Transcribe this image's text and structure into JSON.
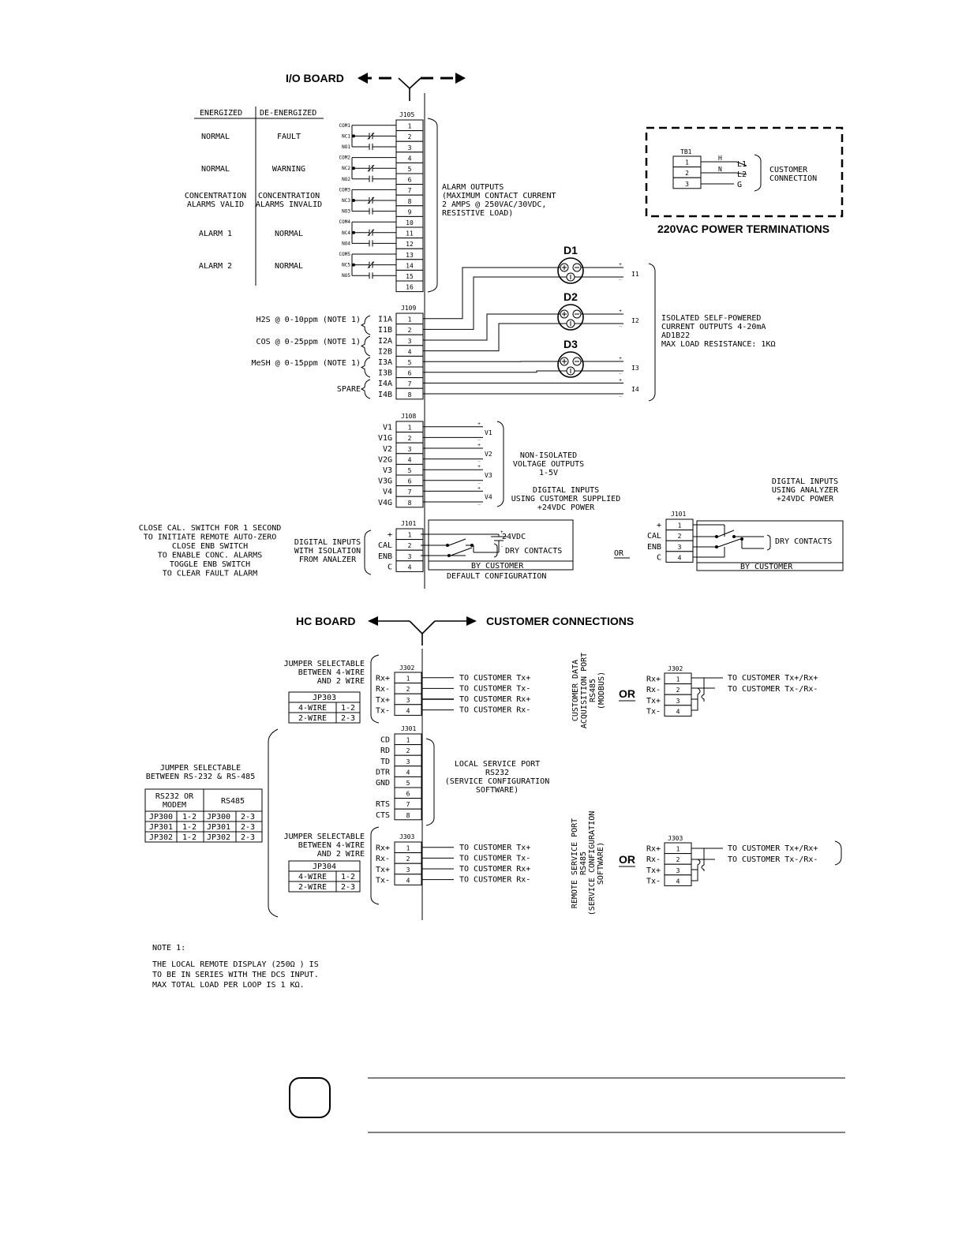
{
  "io_board": {
    "title": "I/O BOARD",
    "header_energized": "ENERGIZED",
    "header_deenergized": "DE-ENERGIZED",
    "alarm_states": [
      {
        "energized": [
          "NORMAL"
        ],
        "deenergized": [
          "FAULT"
        ]
      },
      {
        "energized": [
          "NORMAL"
        ],
        "deenergized": [
          "WARNING"
        ]
      },
      {
        "energized": [
          "CONCENTRATION",
          "ALARMS VALID"
        ],
        "deenergized": [
          "CONCENTRATION",
          "ALARMS INVALID"
        ]
      },
      {
        "energized": [
          "ALARM 1"
        ],
        "deenergized": [
          "NORMAL"
        ]
      },
      {
        "energized": [
          "ALARM 2"
        ],
        "deenergized": [
          "NORMAL"
        ]
      }
    ],
    "relay_labels": [
      "COM1",
      "NC1",
      "NO1",
      "COM2",
      "NC2",
      "NO2",
      "COM3",
      "NC3",
      "NO3",
      "COM4",
      "NC4",
      "NO4",
      "COM5",
      "NC5",
      "NO5"
    ],
    "j105": {
      "name": "J105",
      "pins": [
        "1",
        "2",
        "3",
        "4",
        "5",
        "6",
        "7",
        "8",
        "9",
        "10",
        "11",
        "12",
        "13",
        "14",
        "15",
        "16"
      ]
    },
    "alarm_outputs_note": [
      "ALARM OUTPUTS",
      "(MAXIMUM CONTACT CURRENT",
      "2 AMPS @ 250VAC/30VDC,",
      "RESISTIVE LOAD)"
    ],
    "j109": {
      "name": "J109",
      "pins": [
        "1",
        "2",
        "3",
        "4",
        "5",
        "6",
        "7",
        "8"
      ],
      "signals": [
        "I1A",
        "I1B",
        "I2A",
        "I2B",
        "I3A",
        "I3B",
        "I4A",
        "I4B"
      ]
    },
    "current_inputs": [
      "H2S @ 0-10ppm (NOTE 1)",
      "COS @ 0-25ppm (NOTE 1)",
      "MeSH @ 0-15ppm (NOTE 1)",
      "SPARE"
    ],
    "displays": [
      "D1",
      "D2",
      "D3"
    ],
    "current_outputs": [
      "I1",
      "I2",
      "I3",
      "I4"
    ],
    "isolated_note": [
      "ISOLATED SELF-POWERED",
      "CURRENT OUTPUTS 4-20mA",
      "AD1B22",
      "MAX LOAD RESISTANCE: 1KΩ"
    ],
    "j108": {
      "name": "J108",
      "pins": [
        "1",
        "2",
        "3",
        "4",
        "5",
        "6",
        "7",
        "8"
      ],
      "signals": [
        "V1",
        "V1G",
        "V2",
        "V2G",
        "V3",
        "V3G",
        "V4",
        "V4G"
      ]
    },
    "voltage_outputs": [
      "V1",
      "V2",
      "V3",
      "V4"
    ],
    "voltage_note": [
      "NON-ISOLATED",
      "VOLTAGE OUTPUTS",
      "1-5V"
    ],
    "customer_power_note": [
      "DIGITAL INPUTS",
      "USING CUSTOMER SUPPLIED",
      "+24VDC POWER"
    ],
    "analyzer_power_note": [
      "DIGITAL INPUTS",
      "USING ANALYZER",
      "+24VDC POWER"
    ],
    "j101": {
      "name": "J101",
      "pins": [
        "1",
        "2",
        "3",
        "4"
      ],
      "signals": [
        "+",
        "CAL",
        "ENB",
        "C"
      ]
    },
    "cal_note": [
      "CLOSE CAL. SWITCH FOR 1 SECOND",
      "TO INITIATE REMOTE AUTO-ZERO",
      "CLOSE ENB SWITCH",
      "TO ENABLE CONC. ALARMS",
      "TOGGLE ENB SWITCH",
      "TO CLEAR FAULT ALARM"
    ],
    "digital_inputs_note": [
      "DIGITAL INPUTS",
      "WITH ISOLATION",
      "FROM ANALZER"
    ],
    "supply_24v": "24VDC",
    "dry_contacts": "DRY CONTACTS",
    "by_customer": "BY CUSTOMER",
    "default_config": "DEFAULT CONFIGURATION",
    "or_text": "OR"
  },
  "power": {
    "tb1": "TB1",
    "pins": [
      "1",
      "2",
      "3"
    ],
    "wire_labels": [
      "H",
      "N"
    ],
    "lines": [
      "L1",
      "L2",
      "G"
    ],
    "customer_connection": [
      "CUSTOMER",
      "CONNECTION"
    ],
    "title": "220VAC POWER TERMINATIONS"
  },
  "hc_board": {
    "title": "HC BOARD",
    "customer_title": "CUSTOMER CONNECTIONS",
    "jumper_4w_note": [
      "JUMPER SELECTABLE",
      "BETWEEN 4-WIRE",
      "AND 2 WIRE"
    ],
    "jp303": {
      "name": "JP303",
      "rows": [
        [
          "4-WIRE",
          "1-2"
        ],
        [
          "2-WIRE",
          "2-3"
        ]
      ]
    },
    "jp304": {
      "name": "JP304",
      "rows": [
        [
          "4-WIRE",
          "1-2"
        ],
        [
          "2-WIRE",
          "2-3"
        ]
      ]
    },
    "j302": {
      "name": "J302",
      "pins": [
        "1",
        "2",
        "3",
        "4"
      ],
      "signals": [
        "Rx+",
        "Rx-",
        "Tx+",
        "Tx-"
      ]
    },
    "j302_wires": [
      "TO CUSTOMER Tx+",
      "TO CUSTOMER Tx-",
      "TO CUSTOMER Rx+",
      "TO CUSTOMER Rx-"
    ],
    "daq_port": [
      "CUSTOMER DATA",
      "ACQUISITION PORT",
      "RS485",
      "(MODBUS)"
    ],
    "j302_alt_wires": [
      "TO CUSTOMER Tx+/Rx+",
      "TO CUSTOMER Tx-/Rx-"
    ],
    "j301": {
      "name": "J301",
      "pins": [
        "1",
        "2",
        "3",
        "4",
        "5",
        "6",
        "7",
        "8"
      ],
      "signals": [
        "CD",
        "RD",
        "TD",
        "DTR",
        "GND",
        "",
        "RTS",
        "CTS"
      ]
    },
    "local_port": [
      "LOCAL SERVICE PORT",
      "RS232",
      "(SERVICE CONFIGURATION",
      "SOFTWARE)"
    ],
    "jumper_rs_note": [
      "JUMPER SELECTABLE",
      "BETWEEN RS-232 & RS-485"
    ],
    "rs_table": {
      "head": [
        [
          "RS232 OR",
          "MODEM"
        ],
        [
          "RS485"
        ]
      ],
      "rows": [
        [
          "JP300",
          "1-2",
          "JP300",
          "2-3"
        ],
        [
          "JP301",
          "1-2",
          "JP301",
          "2-3"
        ],
        [
          "JP302",
          "1-2",
          "JP302",
          "2-3"
        ]
      ]
    },
    "j303": {
      "name": "J303",
      "pins": [
        "1",
        "2",
        "3",
        "4"
      ],
      "signals": [
        "Rx+",
        "Rx-",
        "Tx+",
        "Tx-"
      ]
    },
    "j303_wires": [
      "TO CUSTOMER Tx+",
      "TO CUSTOMER Tx-",
      "TO CUSTOMER Rx+",
      "TO CUSTOMER Rx-"
    ],
    "remote_port": [
      "REMOTE SERVICE PORT",
      "RS485",
      "(SERVICE CONFIGURATION",
      "SOFTWARE)"
    ],
    "j303_alt_wires": [
      "TO CUSTOMER Tx+/Rx+",
      "TO CUSTOMER Tx-/Rx-"
    ],
    "or_text": "OR"
  },
  "note": {
    "title": "NOTE 1:",
    "lines": [
      "THE LOCAL REMOTE DISPLAY (250Ω ) IS",
      "TO BE IN SERIES WITH THE DCS INPUT.",
      "MAX TOTAL LOAD PER LOOP IS 1 KΩ."
    ]
  }
}
